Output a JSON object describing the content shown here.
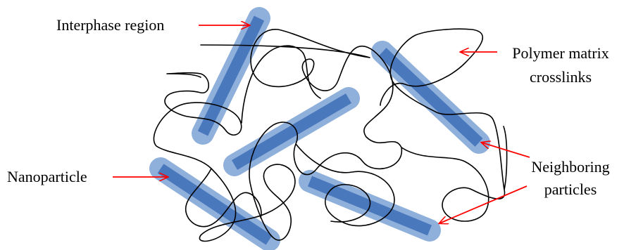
{
  "labels": {
    "interphase": "Interphase region",
    "nanoparticle": "Nanoparticle",
    "polymer_line1": "Polymer matrix",
    "polymer_line2": "crosslinks",
    "neighbor_line1": "Neighboring",
    "neighbor_line2": "particles"
  },
  "colors": {
    "interphase_fill": "#8fb0db",
    "particle_fill": "#4a78bd",
    "polymer_line": "#000000",
    "arrow": "#ff0000"
  }
}
